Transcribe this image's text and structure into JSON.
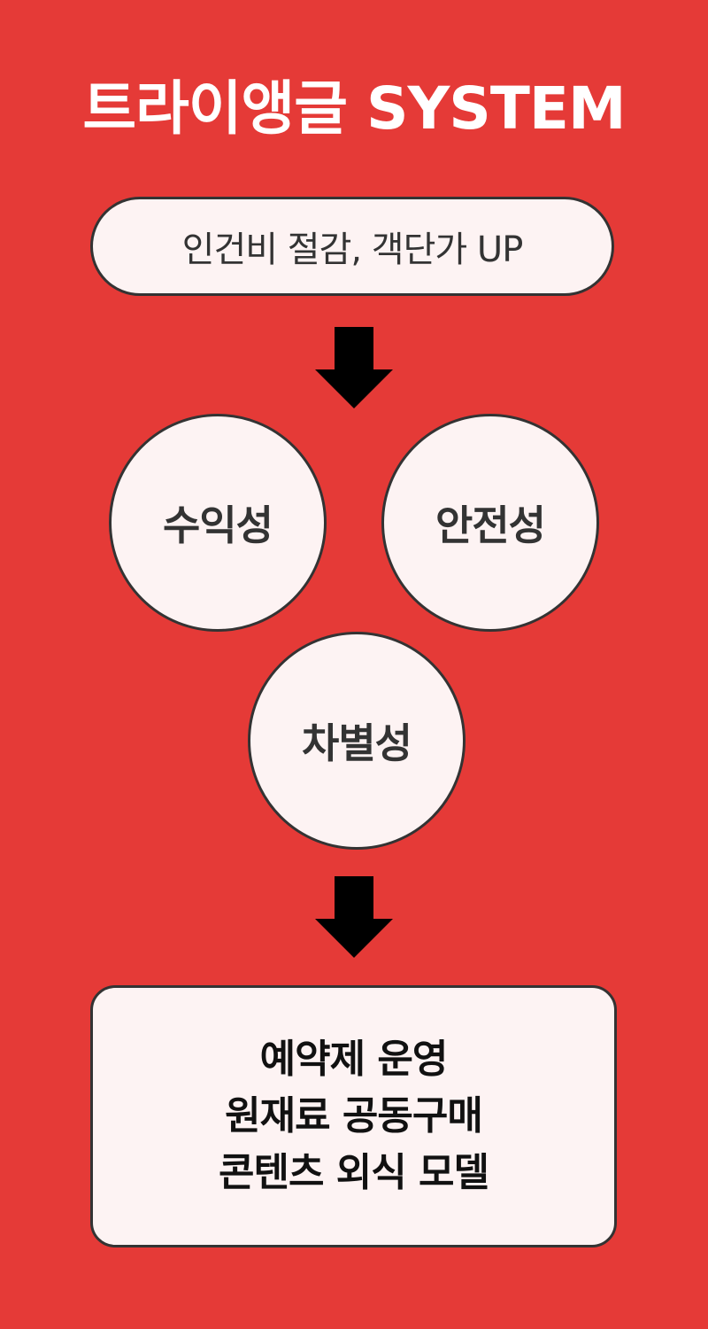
{
  "title": "트라이앵글 SYSTEM",
  "premise": "인건비 절감, 객단가 UP",
  "pillars": [
    "수익성",
    "안전성",
    "차별성"
  ],
  "results": [
    "예약제 운영",
    "원재료 공동구매",
    "콘텐츠 외식 모델"
  ],
  "colors": {
    "background": "#e53a37",
    "card": "#fdf3f3",
    "border": "#333333",
    "arrow": "#000000"
  }
}
